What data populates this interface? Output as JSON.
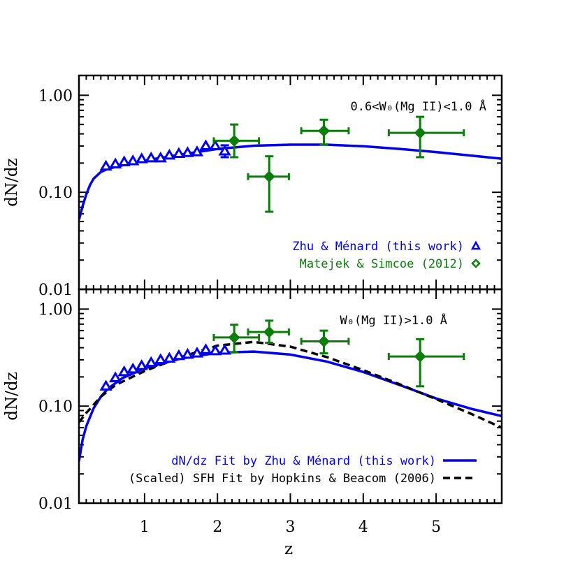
{
  "chart_data": {
    "type": "scatter",
    "xlabel": "z",
    "ylabel": "dN/dz",
    "xlim": [
      0.1,
      5.9
    ],
    "ylim": [
      0.01,
      1.6
    ],
    "yscale": "log",
    "xticks": [
      "1",
      "2",
      "3",
      "4",
      "5"
    ],
    "xtick_values": [
      1,
      2,
      3,
      4,
      5
    ],
    "yticks": [
      "1.00",
      "0.10",
      "0.01"
    ],
    "ytick_values": [
      1.0,
      0.1,
      0.01
    ],
    "colors": {
      "zhu": "#0000ee",
      "matejek": "#0a7d0a",
      "sfh": "#000000"
    },
    "panels": [
      {
        "label": "0.6<W₀(Mg II)<1.0 Å",
        "legend": [
          {
            "text": "Zhu & Ménard (this work)",
            "marker": "triangle",
            "color": "#0000ee"
          },
          {
            "text": "Matejek & Simcoe (2012)",
            "marker": "diamond",
            "color": "#0a7d0a"
          }
        ],
        "series": [
          {
            "name": "Zhu & Ménard (this work)",
            "kind": "points",
            "marker": "triangle",
            "color": "#0000ee",
            "points": [
              {
                "x": 0.47,
                "y": 0.185
              },
              {
                "x": 0.6,
                "y": 0.195
              },
              {
                "x": 0.72,
                "y": 0.205
              },
              {
                "x": 0.84,
                "y": 0.21
              },
              {
                "x": 0.96,
                "y": 0.22
              },
              {
                "x": 1.09,
                "y": 0.225
              },
              {
                "x": 1.22,
                "y": 0.225
              },
              {
                "x": 1.34,
                "y": 0.24
              },
              {
                "x": 1.47,
                "y": 0.25
              },
              {
                "x": 1.59,
                "y": 0.255
              },
              {
                "x": 1.72,
                "y": 0.26
              },
              {
                "x": 1.84,
                "y": 0.3
              },
              {
                "x": 1.97,
                "y": 0.3
              },
              {
                "x": 2.1,
                "y": 0.265,
                "ylo": 0.23,
                "yhi": 0.305
              }
            ]
          },
          {
            "name": "Matejek & Simcoe (2012)",
            "kind": "points",
            "marker": "diamond",
            "color": "#0a7d0a",
            "points": [
              {
                "x": 2.23,
                "y": 0.34,
                "xlo": 1.95,
                "xhi": 2.57,
                "ylo": 0.23,
                "yhi": 0.5
              },
              {
                "x": 2.71,
                "y": 0.145,
                "xlo": 2.42,
                "xhi": 2.98,
                "ylo": 0.063,
                "yhi": 0.235
              },
              {
                "x": 3.46,
                "y": 0.43,
                "xlo": 3.15,
                "xhi": 3.8,
                "ylo": 0.31,
                "yhi": 0.56
              },
              {
                "x": 4.78,
                "y": 0.41,
                "xlo": 4.35,
                "xhi": 5.38,
                "ylo": 0.23,
                "yhi": 0.6
              }
            ]
          },
          {
            "name": "dN/dz Fit by Zhu & Ménard (this work)",
            "kind": "line",
            "color": "#0000ee",
            "x": [
              0.1,
              0.15,
              0.2,
              0.25,
              0.3,
              0.4,
              0.5,
              0.7,
              1.0,
              1.5,
              2.0,
              2.5,
              3.0,
              3.5,
              4.0,
              4.5,
              5.0,
              5.5,
              5.9
            ],
            "y": [
              0.052,
              0.072,
              0.095,
              0.118,
              0.138,
              0.162,
              0.175,
              0.19,
              0.212,
              0.245,
              0.28,
              0.302,
              0.31,
              0.31,
              0.298,
              0.28,
              0.26,
              0.238,
              0.222
            ]
          }
        ]
      },
      {
        "label": "W₀(Mg II)>1.0 Å",
        "legend": [
          {
            "text": "dN/dz Fit by Zhu & Ménard (this work)",
            "line": "solid",
            "color": "#0000ee"
          },
          {
            "text": "(Scaled) SFH Fit by Hopkins & Beacom (2006)",
            "line": "dashed",
            "color": "#000000"
          }
        ],
        "series": [
          {
            "name": "Zhu & Ménard (this work)",
            "kind": "points",
            "marker": "triangle",
            "color": "#0000ee",
            "points": [
              {
                "x": 0.47,
                "y": 0.16
              },
              {
                "x": 0.6,
                "y": 0.195
              },
              {
                "x": 0.72,
                "y": 0.225
              },
              {
                "x": 0.84,
                "y": 0.24
              },
              {
                "x": 0.96,
                "y": 0.26
              },
              {
                "x": 1.09,
                "y": 0.28
              },
              {
                "x": 1.22,
                "y": 0.3
              },
              {
                "x": 1.34,
                "y": 0.31
              },
              {
                "x": 1.47,
                "y": 0.33
              },
              {
                "x": 1.59,
                "y": 0.34
              },
              {
                "x": 1.72,
                "y": 0.35
              },
              {
                "x": 1.84,
                "y": 0.38
              },
              {
                "x": 1.97,
                "y": 0.37
              },
              {
                "x": 2.1,
                "y": 0.375
              }
            ]
          },
          {
            "name": "Matejek & Simcoe (2012)",
            "kind": "points",
            "marker": "diamond",
            "color": "#0a7d0a",
            "points": [
              {
                "x": 2.23,
                "y": 0.51,
                "xlo": 1.95,
                "xhi": 2.57,
                "ylo": 0.36,
                "yhi": 0.69
              },
              {
                "x": 2.71,
                "y": 0.58,
                "xlo": 2.42,
                "xhi": 2.98,
                "ylo": 0.45,
                "yhi": 0.76
              },
              {
                "x": 3.46,
                "y": 0.465,
                "xlo": 3.15,
                "xhi": 3.8,
                "ylo": 0.35,
                "yhi": 0.6
              },
              {
                "x": 4.78,
                "y": 0.325,
                "xlo": 4.35,
                "xhi": 5.38,
                "ylo": 0.16,
                "yhi": 0.49
              }
            ]
          },
          {
            "name": "dN/dz Fit by Zhu & Ménard (this work)",
            "kind": "line",
            "color": "#0000ee",
            "x": [
              0.1,
              0.15,
              0.2,
              0.3,
              0.4,
              0.5,
              0.7,
              1.0,
              1.5,
              2.0,
              2.5,
              3.0,
              3.5,
              4.0,
              4.5,
              5.0,
              5.5,
              5.9
            ],
            "y": [
              0.027,
              0.045,
              0.062,
              0.095,
              0.125,
              0.152,
              0.195,
              0.245,
              0.31,
              0.355,
              0.365,
              0.34,
              0.288,
              0.225,
              0.165,
              0.12,
              0.093,
              0.079
            ]
          },
          {
            "name": "(Scaled) SFH Fit by Hopkins & Beacom (2006)",
            "kind": "line",
            "dashed": true,
            "color": "#000000",
            "x": [
              0.1,
              0.2,
              0.4,
              0.6,
              1.0,
              1.5,
              2.0,
              2.5,
              3.0,
              3.5,
              4.0,
              4.5,
              5.0,
              5.5,
              5.9
            ],
            "y": [
              0.068,
              0.085,
              0.125,
              0.165,
              0.23,
              0.32,
              0.42,
              0.46,
              0.41,
              0.32,
              0.235,
              0.168,
              0.118,
              0.082,
              0.06
            ]
          }
        ]
      }
    ]
  }
}
